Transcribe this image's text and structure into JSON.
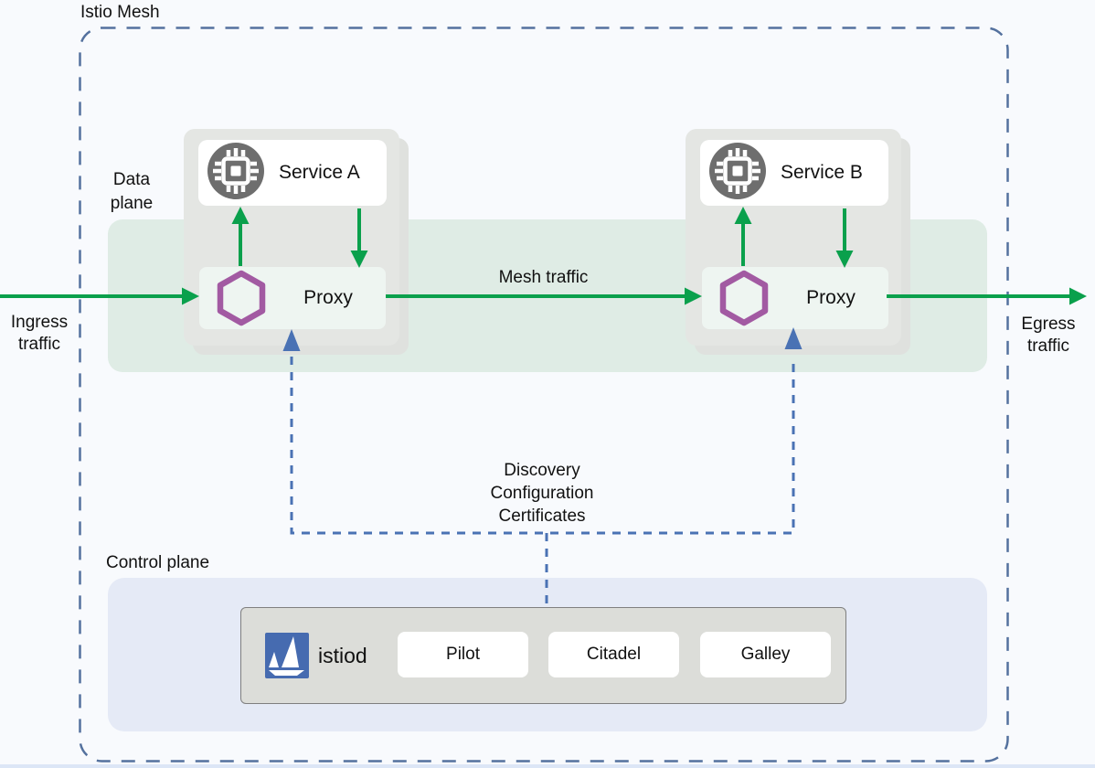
{
  "diagram": {
    "title": "Istio Mesh",
    "regions": {
      "data_plane": "Data plane",
      "control_plane": "Control plane"
    },
    "traffic": {
      "ingress": "Ingress traffic",
      "egress": "Egress traffic",
      "mesh": "Mesh traffic"
    },
    "services": [
      {
        "label": "Service A"
      },
      {
        "label": "Service B"
      }
    ],
    "proxy_label": "Proxy",
    "config_label_lines": [
      "Discovery",
      "Configuration",
      "Certificates"
    ],
    "istiod": {
      "label": "istiod",
      "components": [
        {
          "label": "Pilot"
        },
        {
          "label": "Citadel"
        },
        {
          "label": "Galley"
        }
      ]
    },
    "icons": {
      "service": "cpu-chip-icon",
      "proxy": "envoy-hexagon-icon",
      "istiod": "istio-sail-icon"
    },
    "colors": {
      "traffic_green": "#0aa04c",
      "envoy_purple": "#a25aa2",
      "config_dash_blue": "#4a72b4",
      "mesh_border_blue": "#54719e",
      "istio_logo_blue": "#466bb0",
      "data_plane_band": "#dfece5",
      "control_plane_fill": "#e5eaf6"
    }
  }
}
